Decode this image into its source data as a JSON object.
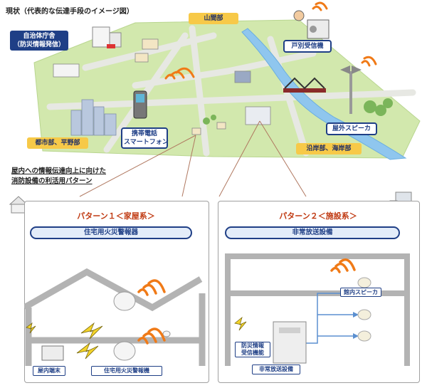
{
  "title": "現状（代表的な伝達手段のイメージ図）",
  "map_labels": {
    "city_hall_line1": "自治体庁舎",
    "city_hall_line2": "（防災情報発信）",
    "mountain": "山間部",
    "household_receiver": "戸別受信機",
    "mobile_line1": "携帯電話",
    "mobile_line2": "スマートフォン",
    "outdoor_speaker": "屋外スピーカ",
    "urban": "都市部、平野部",
    "coastal": "沿岸部、海岸部"
  },
  "subtitle_line1": "屋内への情報伝達向上に向けた",
  "subtitle_line2": "消防設備の利活用パターン",
  "pattern1": {
    "title": "パターン１＜家屋系＞",
    "device": "住宅用火災警報器",
    "indoor_terminal": "屋内端末",
    "alarm_label": "住宅用火災警報機"
  },
  "pattern2": {
    "title": "パターン２＜施設系＞",
    "device": "非常放送設備",
    "speaker_label": "館内スピーカ",
    "receiver_line1": "防災情報",
    "receiver_line2": "受信機能",
    "broadcast_label": "非常放送設備"
  },
  "colors": {
    "navy": "#1f3f86",
    "yellow": "#f7c948",
    "orange": "#f07a17",
    "land": "#d2e8ad",
    "river": "#8fc6ee"
  }
}
